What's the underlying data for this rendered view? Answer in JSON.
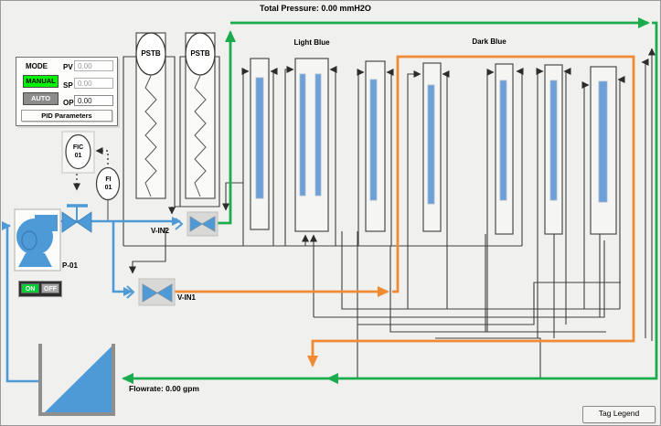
{
  "header": {
    "total_pressure_label": "Total Pressure: 0.00 mmH2O"
  },
  "groups": {
    "light_blue_label": "Light Blue",
    "dark_blue_label": "Dark Blue"
  },
  "pid_panel": {
    "mode_label": "MODE",
    "manual_button": "MANUAL",
    "auto_button": "AUTO",
    "pv_label": "PV",
    "pv_value": "0.00",
    "sp_label": "SP",
    "sp_value": "0.00",
    "op_label": "OP",
    "op_value": "0.00",
    "pid_parameters_button": "PID Parameters"
  },
  "instruments": {
    "fic_line1": "FIC",
    "fic_line2": "01",
    "fi_line1": "FI",
    "fi_line2": "01"
  },
  "vessels": {
    "pstb1_label": "PSTB",
    "pstb2_label": "PSTB"
  },
  "valves": {
    "v_in2_label": "V-IN2",
    "v_in1_label": "V-IN1"
  },
  "pump": {
    "tag_label": "P-01",
    "on_button": "ON",
    "off_button": "OFF"
  },
  "flow": {
    "flowrate_label": "Flowrate: 0.00 gpm"
  },
  "footer": {
    "tag_legend_button": "Tag Legend"
  },
  "colors": {
    "pipe_green": "#1aab4d",
    "pipe_orange": "#f08b33",
    "pipe_blue": "#4e9ad6",
    "line_black": "#3f3f3f",
    "manual_green": "#00f400",
    "on_green": "#00cc33",
    "bar_blue": "#6da0d8"
  }
}
